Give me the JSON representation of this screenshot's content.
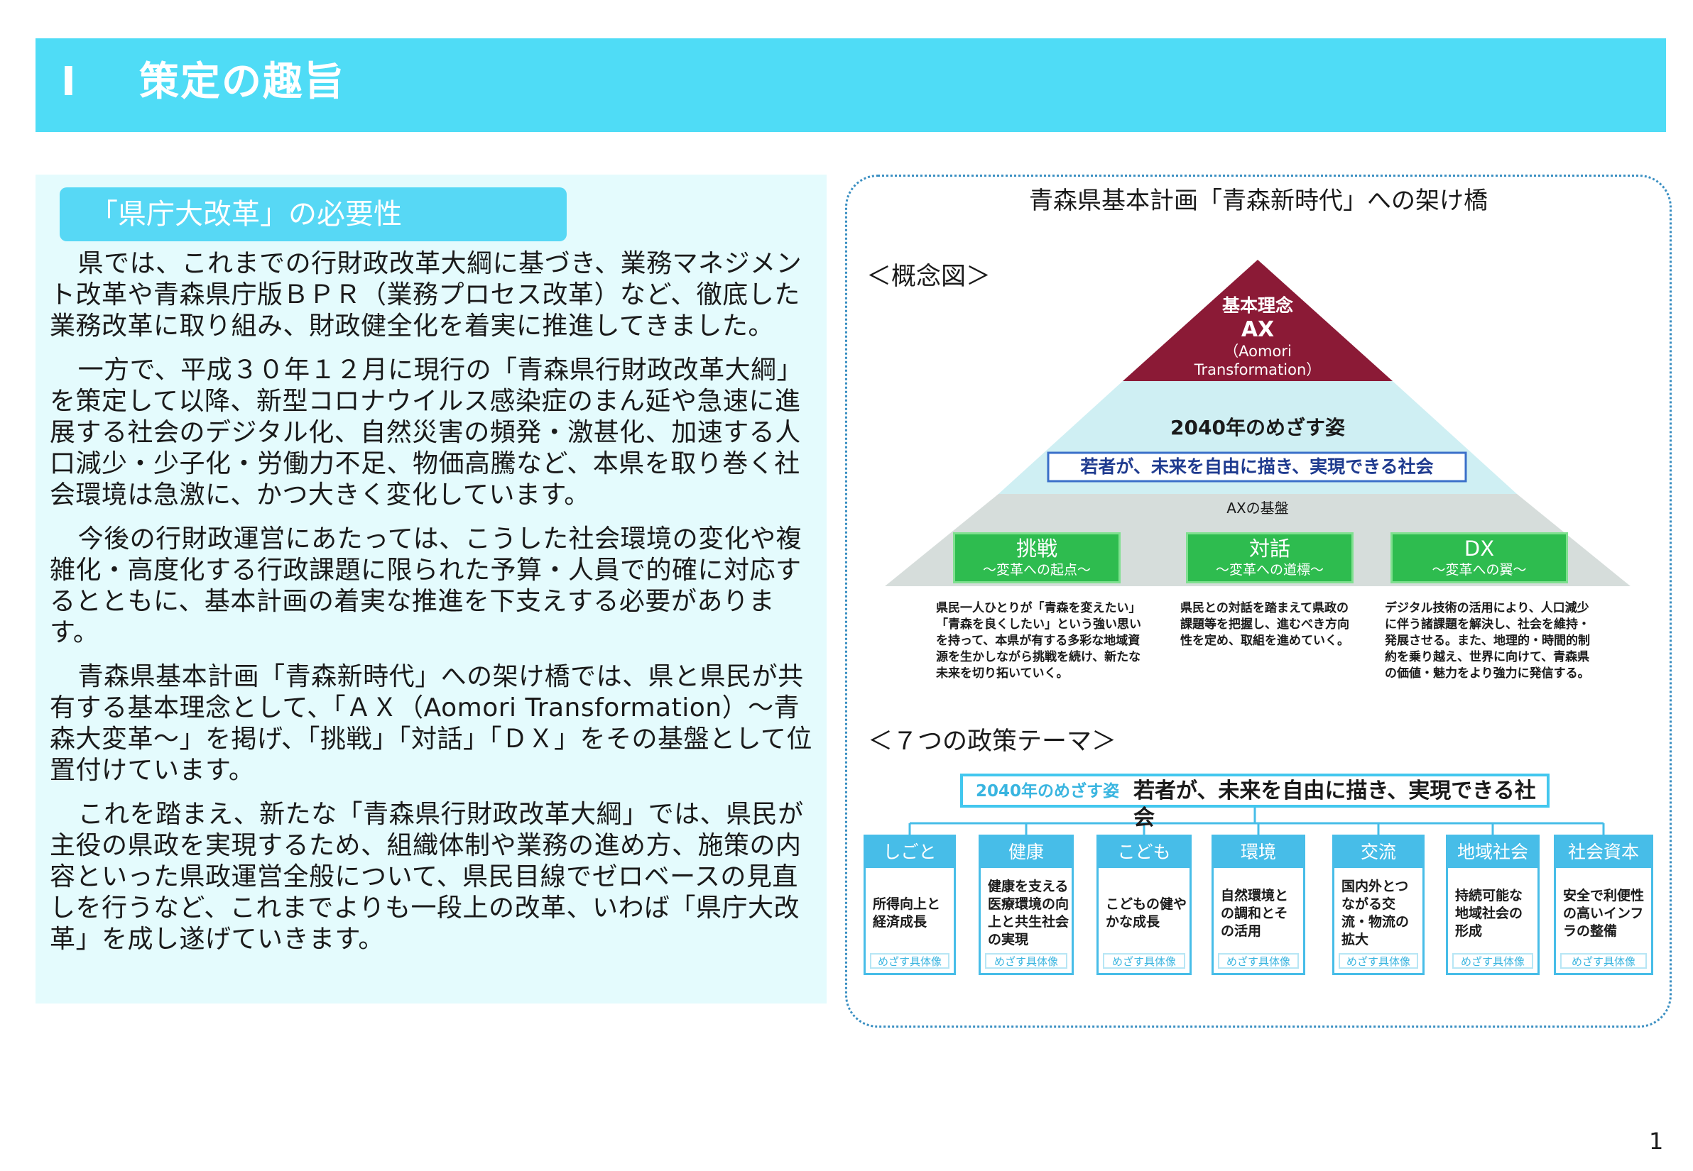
{
  "header": {
    "number": "Ⅰ",
    "title": "策定の趣旨"
  },
  "left": {
    "section_label": "「県庁大改革」の必要性",
    "paragraphs": [
      "県では、これまでの行財政改革大綱に基づき、業務マネジメント改革や青森県庁版ＢＰＲ（業務プロセス改革）など、徹底した業務改革に取り組み、財政健全化を着実に推進してきました。",
      "一方で、平成３０年１２月に現行の「青森県行財政改革大綱」を策定して以降、新型コロナウイルス感染症のまん延や急速に進展する社会のデジタル化、自然災害の頻発・激甚化、加速する人口減少・少子化・労働力不足、物価高騰など、本県を取り巻く社会環境は急激に、かつ大きく変化しています。",
      "今後の行財政運営にあたっては、こうした社会環境の変化や複雑化・高度化する行政課題に限られた予算・人員で的確に対応するとともに、基本計画の着実な推進を下支えする必要があります。",
      "青森県基本計画「青森新時代」への架け橋では、県と県民が共有する基本理念として、「ＡＸ（Aomori Transformation）～青森大変革～」を掲げ、「挑戦」「対話」「ＤＸ」をその基盤として位置付けています。",
      "これを踏まえ、新たな「青森県行財政改革大綱」では、県民が主役の県政を実現するため、組織体制や業務の進め方、施策の内容といった県政運営全般について、県民目線でゼロベースの見直しを行うなど、これまでよりも一段上の改革、いわば「県庁大改革」を成し遂げていきます。"
    ]
  },
  "right": {
    "title": "青森県基本計画「青森新時代」への架け橋",
    "concept_heading": "＜概念図＞",
    "pyramid": {
      "top_label": "基本理念",
      "top_main": "AX",
      "top_sub1": "（Aomori",
      "top_sub2": "Transformation）",
      "middle_label": "2040年のめざす姿",
      "middle_goal": "若者が、未来を自由に描き、実現できる社会",
      "base_label": "AXの基盤"
    },
    "pillars": [
      {
        "title": "挑戦",
        "sub": "～変革への起点～",
        "desc": "県民一人ひとりが「青森を変えたい」「青森を良くしたい」という強い思いを持って、本県が有する多彩な地域資源を生かしながら挑戦を続け、新たな未来を切り拓いていく。"
      },
      {
        "title": "対話",
        "sub": "～変革への道標～",
        "desc": "県民との対話を踏まえて県政の課題等を把握し、進むべき方向性を定め、取組を進めていく。"
      },
      {
        "title": "DX",
        "sub": "～変革への翼～",
        "desc": "デジタル技術の活用により、人口減少に伴う諸課題を解決し、社会を維持・発展させる。また、地理的・時間的制約を乗り越え、世界に向けて、青森県の価値・魅力をより強力に発信する。"
      }
    ],
    "themes_heading": "＜７つの政策テーマ＞",
    "goal": {
      "label": "2040年のめざす姿",
      "text": "若者が、未来を自由に描き、実現できる社会"
    },
    "themes": [
      {
        "head": "しごと",
        "desc": "所得向上と経済成長",
        "foot": "めざす具体像"
      },
      {
        "head": "健康",
        "desc": "健康を支える医療環境の向上と共生社会の実現",
        "foot": "めざす具体像"
      },
      {
        "head": "こども",
        "desc": "こどもの健やかな成長",
        "foot": "めざす具体像"
      },
      {
        "head": "環境",
        "desc": "自然環境との調和とその活用",
        "foot": "めざす具体像"
      },
      {
        "head": "交流",
        "desc": "国内外とつながる交流・物流の拡大",
        "foot": "めざす具体像"
      },
      {
        "head": "地域社会",
        "desc": "持続可能な地域社会の形成",
        "foot": "めざす具体像"
      },
      {
        "head": "社会資本",
        "desc": "安全で利便性の高いインフラの整備",
        "foot": "めざす具体像"
      }
    ]
  },
  "page_number": "1",
  "colors": {
    "header": "#4fdcf6",
    "pyramid_top": "#8b1a36",
    "pyramid_mid": "#cfeff3",
    "pyramid_base": "#d6dddb",
    "pillar": "#2ebc4f",
    "theme": "#47bde8"
  }
}
